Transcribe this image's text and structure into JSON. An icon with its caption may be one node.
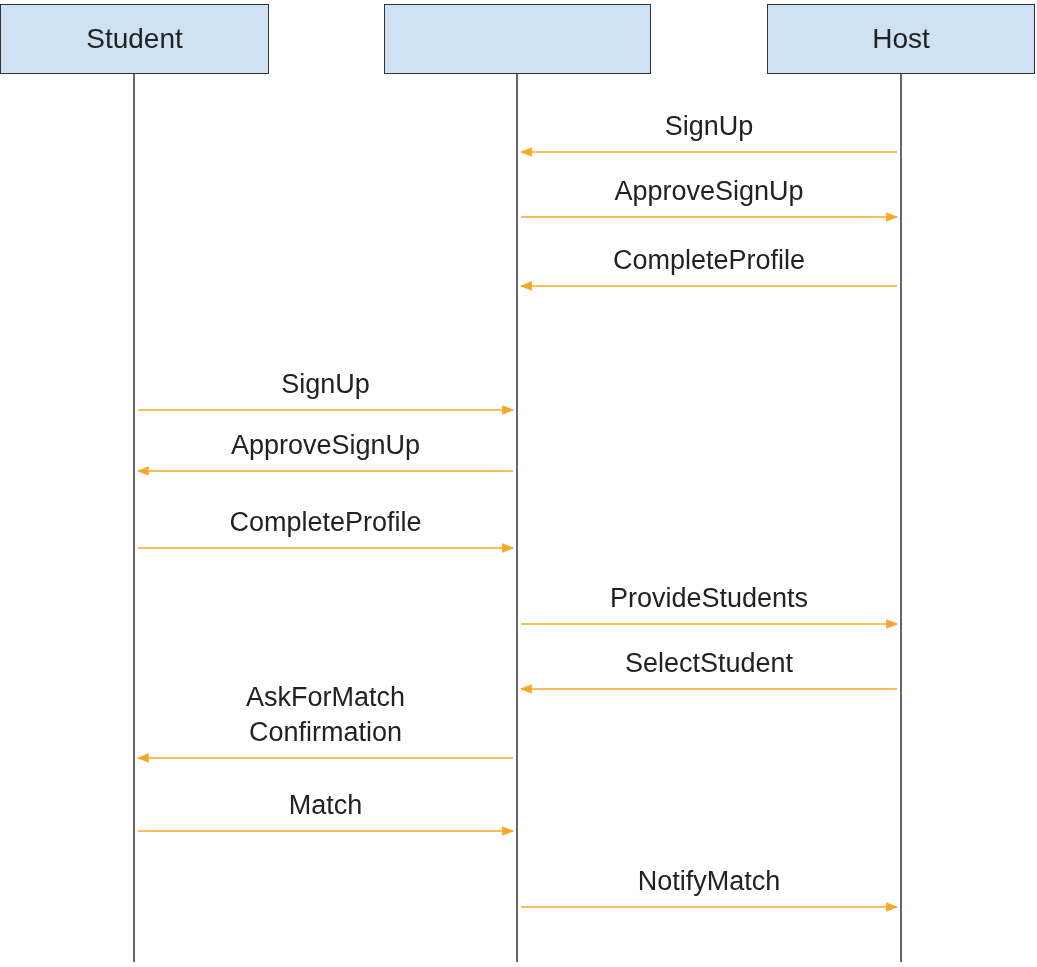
{
  "diagram": {
    "nodes": [
      {
        "text": [
          "Student"
        ]
      },
      {
        "text": [],
        "shape": "box"
      },
      {
        "text": [
          "Host"
        ]
      }
    ],
    "edges": [
      {
        "from": 2,
        "to": 1,
        "arrow": "to",
        "label": "SignUp"
      },
      {
        "from": 1,
        "to": 2,
        "arrow": "to",
        "label": "ApproveSignUp"
      },
      {
        "from": 2,
        "to": 1,
        "arrow": "to",
        "label": "CompleteProfile"
      },
      {
        "from": 0,
        "to": 1,
        "arrow": "to",
        "label": "SignUp"
      },
      {
        "from": 1,
        "to": 0,
        "arrow": "to",
        "label": "ApproveSignUp"
      },
      {
        "from": 0,
        "to": 1,
        "arrow": "to",
        "label": "CompleteProfile"
      },
      {
        "from": 1,
        "to": 2,
        "arrow": "to",
        "label": "ProvideStudents"
      },
      {
        "from": 2,
        "to": 1,
        "arrow": "to",
        "label": "SelectStudent"
      },
      {
        "from": 1,
        "to": 0,
        "arrow": "to",
        "label": "AskForMatch Confirmation"
      },
      {
        "from": 0,
        "to": 1,
        "arrow": "to",
        "label": "Match"
      },
      {
        "from": 1,
        "to": 2,
        "arrow": "to",
        "label": "NotifyMatch"
      }
    ]
  }
}
